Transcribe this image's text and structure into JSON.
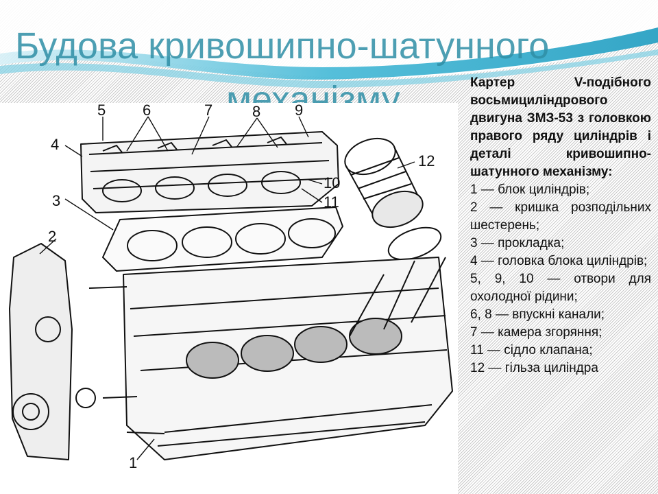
{
  "title": {
    "line1": "Будова кривошипно-шатунного",
    "line2": "механізму"
  },
  "caption": "Картер V-подібного восьмициліндрового двигуна ЗМЗ-53 з головкою правого ряду циліндрів і деталі кривошипно-шатунного механізму:",
  "legend": [
    "1 — блок циліндрів;",
    "2 — кришка розподільних шестерень;",
    "3 — прокладка;",
    "4 — головка блока циліндрів;",
    "5, 9, 10 — отвори для охолодної рідини;",
    "6, 8 — впускні канали;",
    "7 — камера згоряння;",
    "11 — сідло клапана;",
    "12 — гільза циліндра"
  ],
  "callouts": [
    "1",
    "2",
    "3",
    "4",
    "5",
    "6",
    "7",
    "8",
    "9",
    "10",
    "11",
    "12"
  ],
  "colors": {
    "title": "#2f8fa6",
    "header_wave": "#2aa7c6",
    "text": "#111111"
  }
}
